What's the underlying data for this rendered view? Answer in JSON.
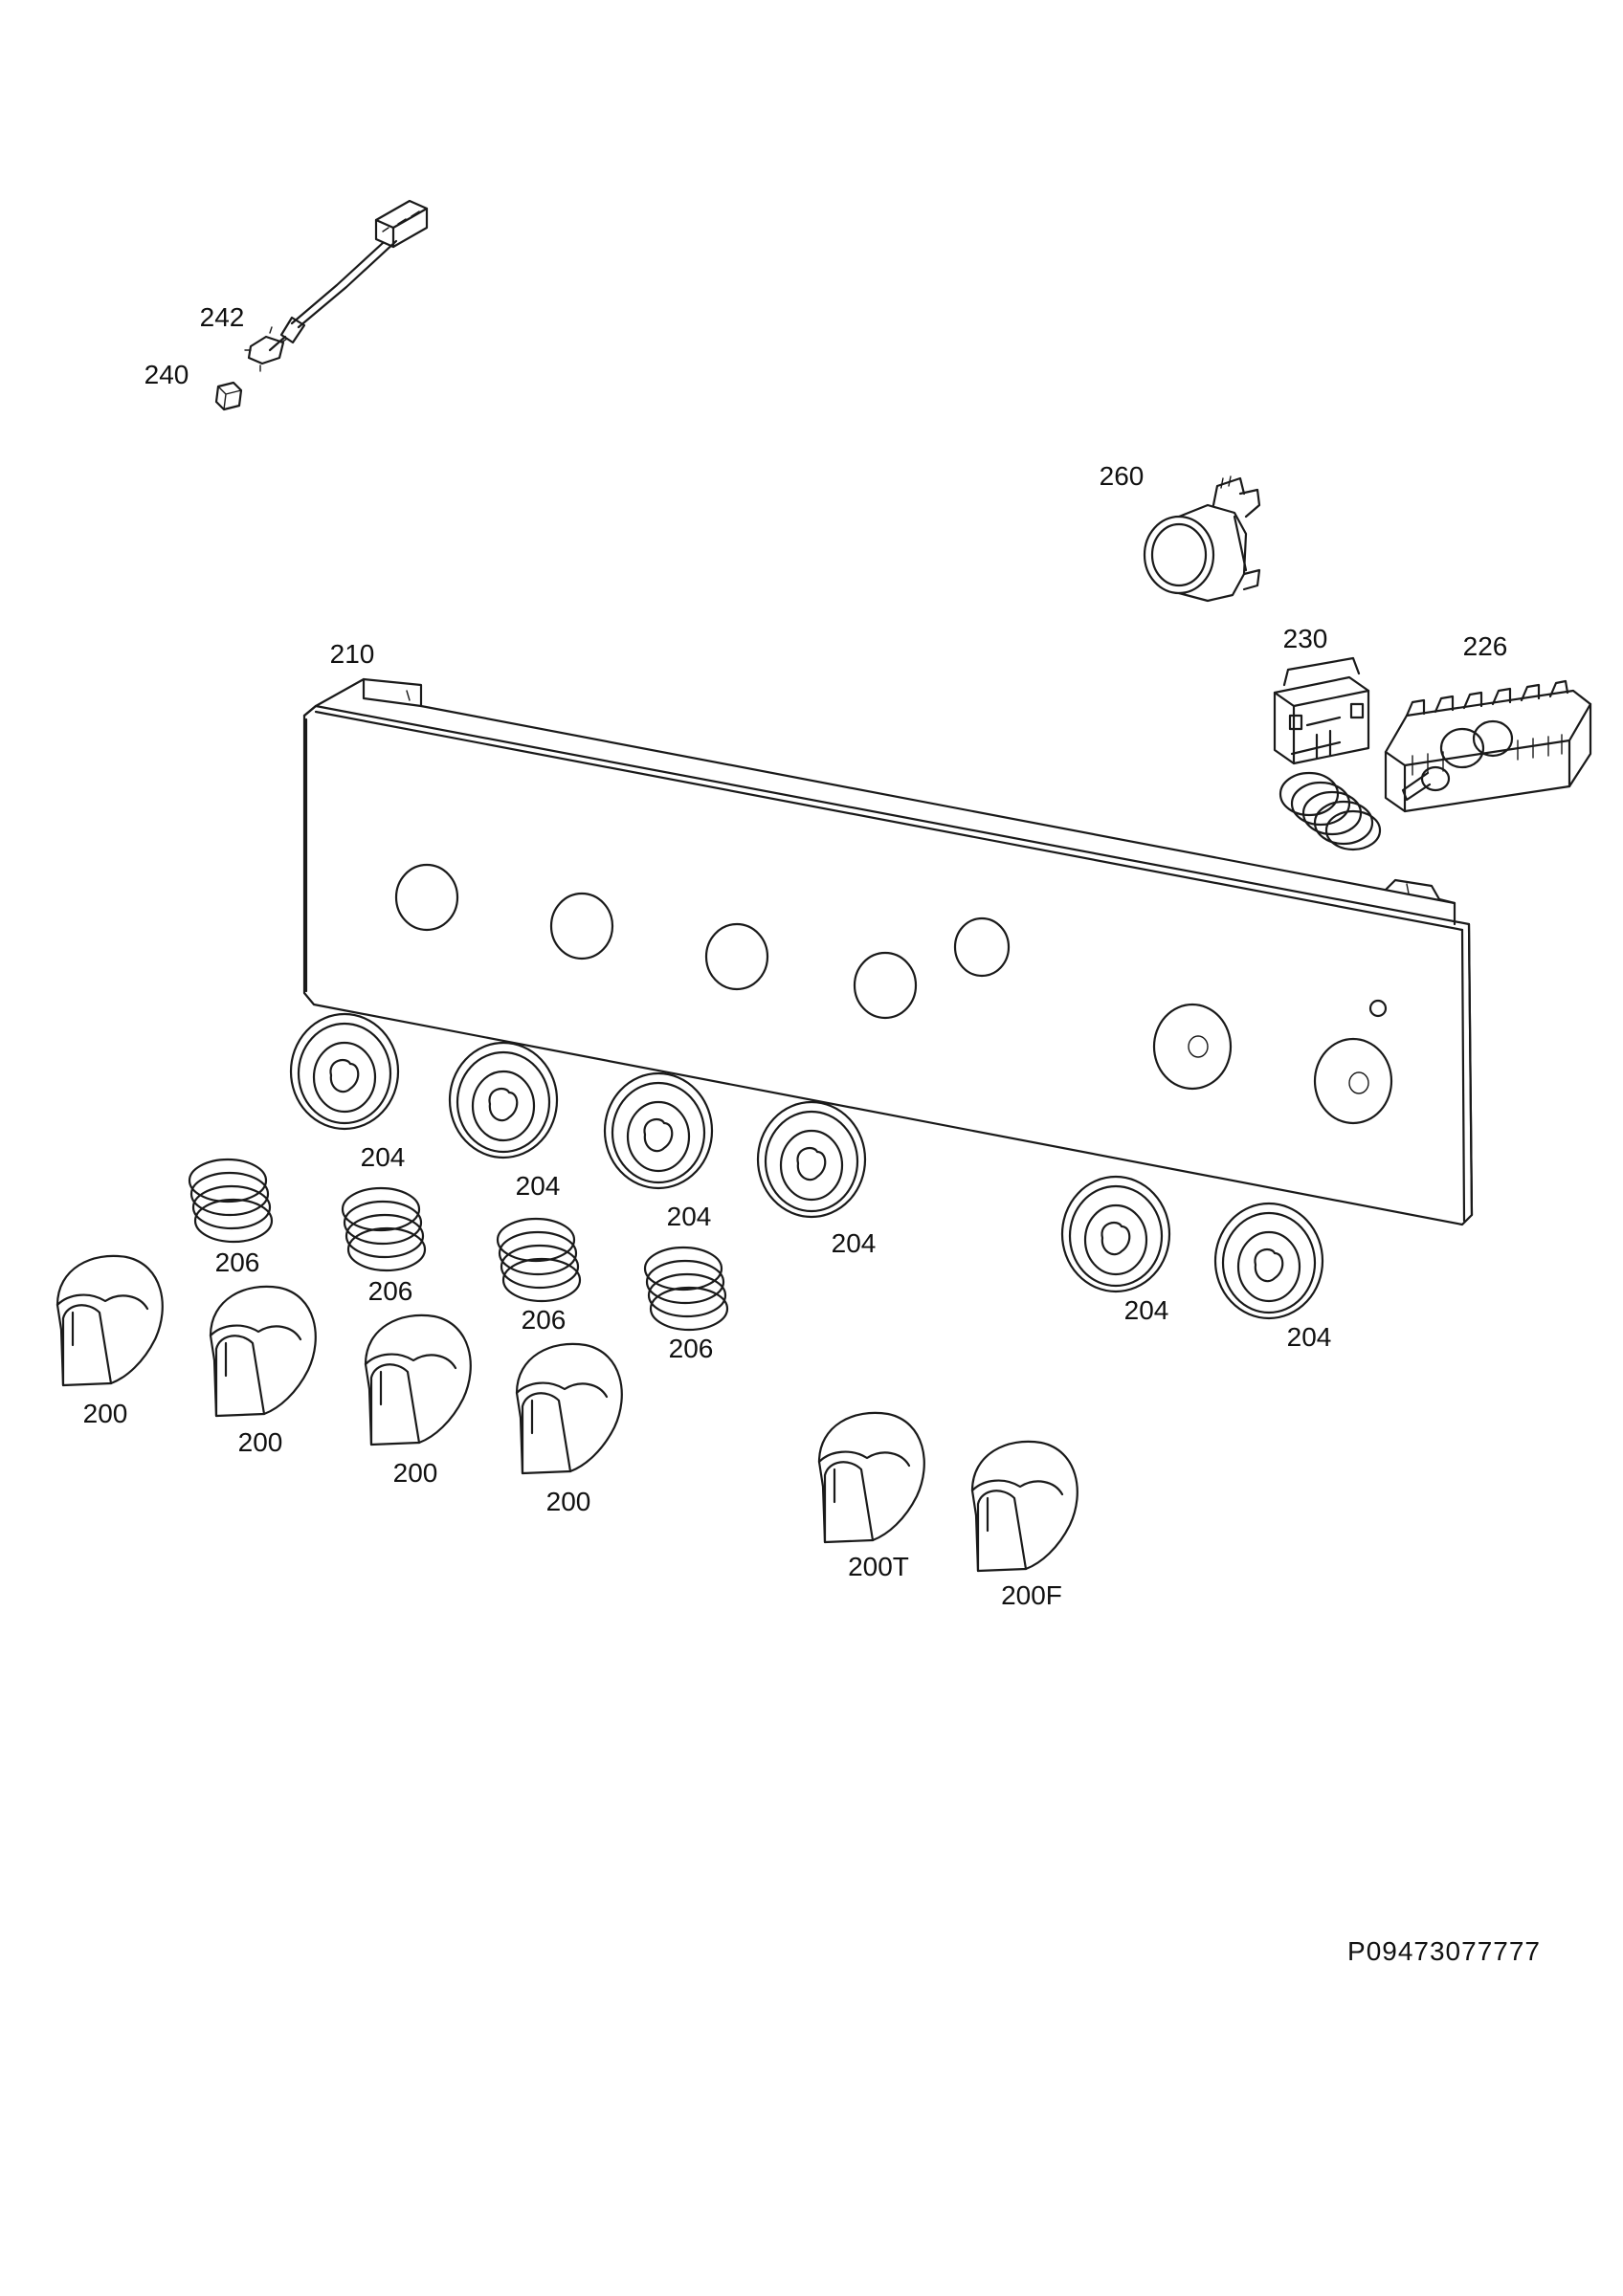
{
  "drawing": {
    "code": "P09473077777",
    "colors": {
      "line": "#1a1a1a",
      "background": "#ffffff"
    }
  },
  "parts": {
    "p242": "242",
    "p240": "240",
    "p260": "260",
    "p210": "210",
    "p230": "230",
    "p226": "226",
    "p204a": "204",
    "p204b": "204",
    "p204c": "204",
    "p204d": "204",
    "p204e": "204",
    "p204f": "204",
    "p206a": "206",
    "p206b": "206",
    "p206c": "206",
    "p206d": "206",
    "p200a": "200",
    "p200b": "200",
    "p200c": "200",
    "p200d": "200",
    "p200T": "200T",
    "p200F": "200F"
  }
}
